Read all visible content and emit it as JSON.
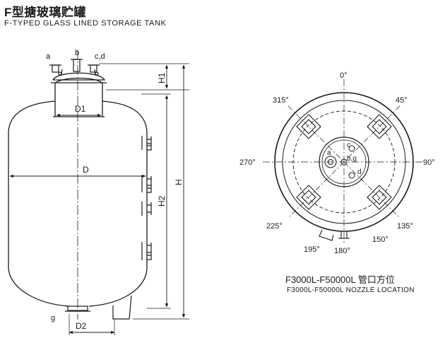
{
  "header": {
    "title_cn": "F型搪玻璃贮罐",
    "title_en": "F-TYPED GLASS LINED STORAGE TANK"
  },
  "tank_view": {
    "nozzle_labels": {
      "a": "a",
      "b": "b",
      "cd": "c,d",
      "g": "g"
    },
    "dimensions": {
      "H1": "H1",
      "H2": "H2",
      "H": "H",
      "D": "D",
      "D1": "D1",
      "D2": "D2"
    }
  },
  "nozzle_location": {
    "angles": {
      "a0": "0°",
      "a45": "45°",
      "a90": "90°",
      "a135": "135°",
      "a150": "150°",
      "a180": "180°",
      "a195": "195°",
      "a225": "225°",
      "a270": "270°",
      "a315": "315°"
    },
    "inner_labels": {
      "a": "a",
      "c": "c",
      "b_g": "b,g",
      "d": "d"
    },
    "caption_main": "F3000L-F50000L 管口方位",
    "caption_sub": "F3000L-F50000L NOZZLE LOCATION"
  }
}
